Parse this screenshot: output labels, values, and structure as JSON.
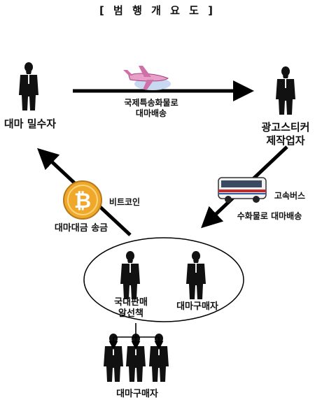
{
  "title": "[ 범 행 개 요 도 ]",
  "nodes": {
    "smuggler": "대마 밀수자",
    "sticker_maker": [
      "광고스티커",
      "제작업자"
    ],
    "domestic_seller": [
      "국내판매",
      "알선책"
    ],
    "buyer_in_group": "대마구매자",
    "buyers_bottom": "대마구매자"
  },
  "edges": {
    "intl_shipping": [
      "국제특송화물로",
      "대마배송"
    ],
    "bus_label": "고속버스",
    "bus_shipping": "수화물로 대마배송",
    "bitcoin": "비트코인",
    "payment": "대마대금 송금"
  },
  "icons": [
    "person-icon",
    "airplane-icon",
    "bus-icon",
    "bitcoin-coin-icon"
  ],
  "colors": {
    "arrow": "#000000",
    "coin": "#f0a82a",
    "bus_stripe": "#c8282a",
    "plane": "#e8a0c8"
  }
}
